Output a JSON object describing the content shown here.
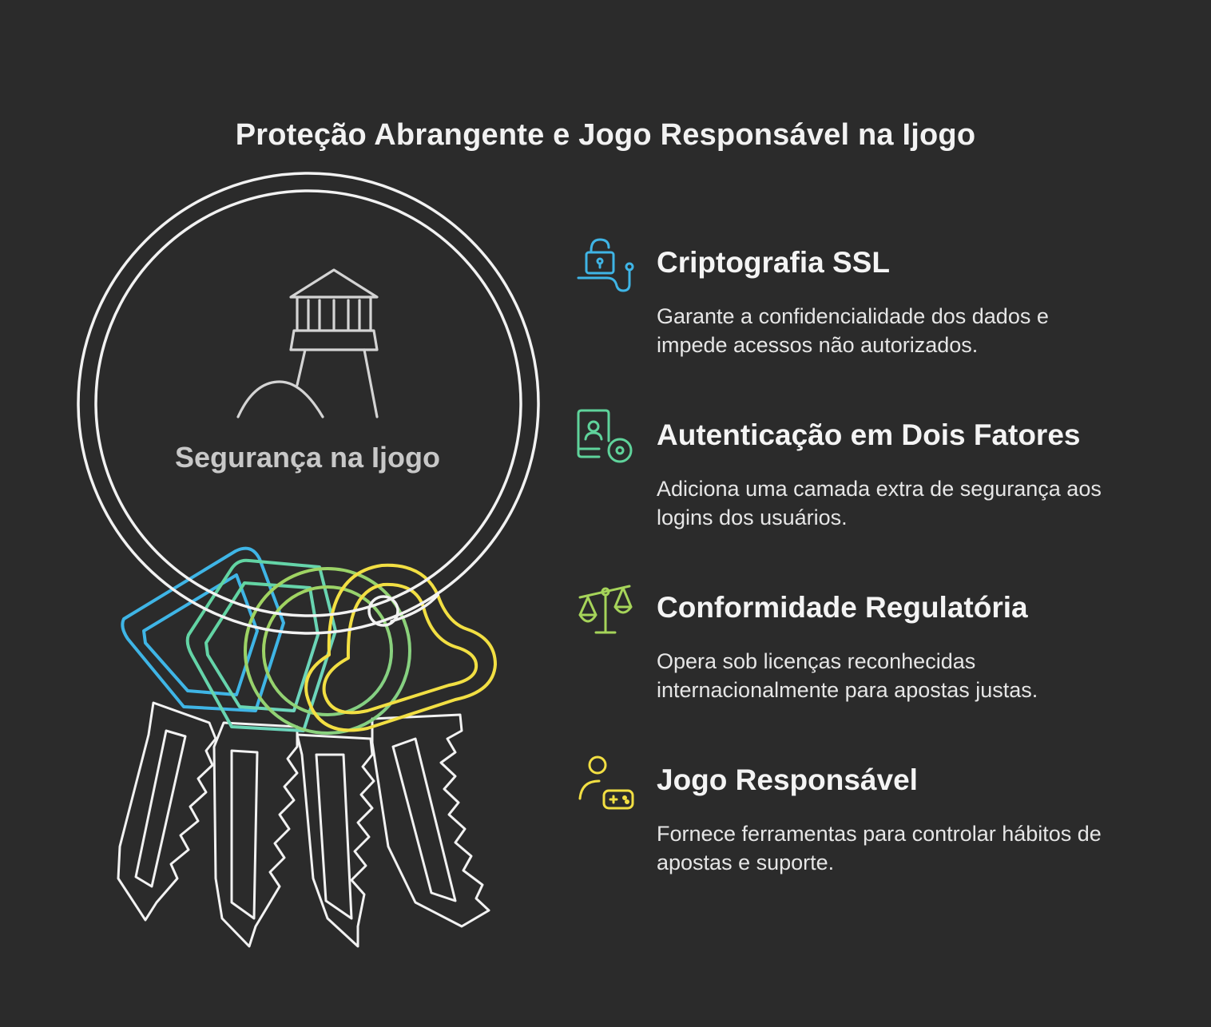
{
  "title": "Proteção Abrangente e Jogo Responsável na Ijogo",
  "center": {
    "label": "Segurança na Ijogo",
    "icon": "lighthouse-icon"
  },
  "items": [
    {
      "heading": "Criptografia SSL",
      "description": "Garante a confidencialidade dos dados e impede acessos não autorizados.",
      "icon": "padlock-icon",
      "color": "#3fb5e6"
    },
    {
      "heading": "Autenticação em Dois Fatores",
      "description": "Adiciona uma camada extra de segurança aos logins dos usuários.",
      "icon": "phone-user-icon",
      "color": "#5fd39b"
    },
    {
      "heading": "Conformidade Regulatória",
      "description": "Opera sob licenças reconhecidas internacionalmente para apostas justas.",
      "icon": "scales-icon",
      "color": "#a6d45a"
    },
    {
      "heading": "Jogo Responsável",
      "description": "Fornece ferramentas para controlar hábitos de apostas e suporte.",
      "icon": "user-gamepad-icon",
      "color": "#f2df43"
    }
  ]
}
